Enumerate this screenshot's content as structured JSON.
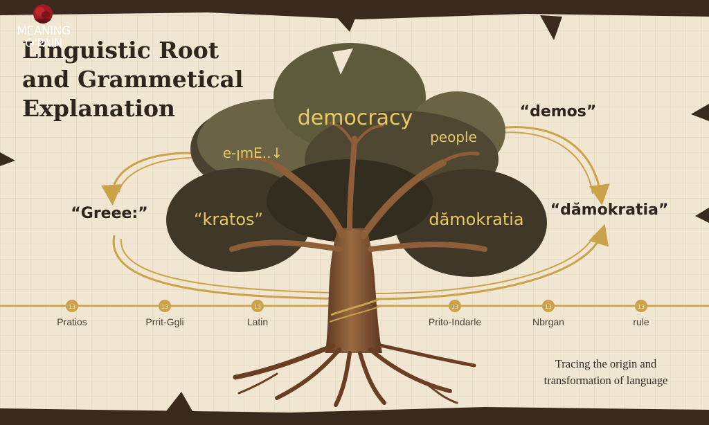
{
  "title": {
    "line1": "Linguistic Root",
    "line2": "and Grammetical",
    "line3": "Explanation"
  },
  "logo": {
    "line1": "MEANING",
    "line2": "O'PAIN"
  },
  "canopy": {
    "center": "democracy",
    "left_top": "e-ןmE..↓",
    "right_top": "people",
    "left": "“kratos”",
    "right": "dămokratia"
  },
  "side_labels": {
    "left": "“Greee:”",
    "right_top": "“demos”",
    "right": "“dămokratia”"
  },
  "timeline": {
    "marker_glyph": "13",
    "nodes": [
      {
        "label": "Pratios"
      },
      {
        "label": "Prrit-Ggli"
      },
      {
        "label": "Latin"
      },
      {
        "label": "Prito-Indarle"
      },
      {
        "label": "Nbrgan"
      },
      {
        "label": "rule"
      }
    ]
  },
  "caption": {
    "line1": "Tracing the origin and",
    "line2": "transformation of language"
  },
  "colors": {
    "parchment": "#f1e6d2",
    "frame": "#3a2a1e",
    "gold": "#c9a24a",
    "gold_text": "#e8c965",
    "canopy_dark": "#4a4230",
    "canopy_mid": "#6b6345",
    "trunk": "#7a4a2a"
  }
}
